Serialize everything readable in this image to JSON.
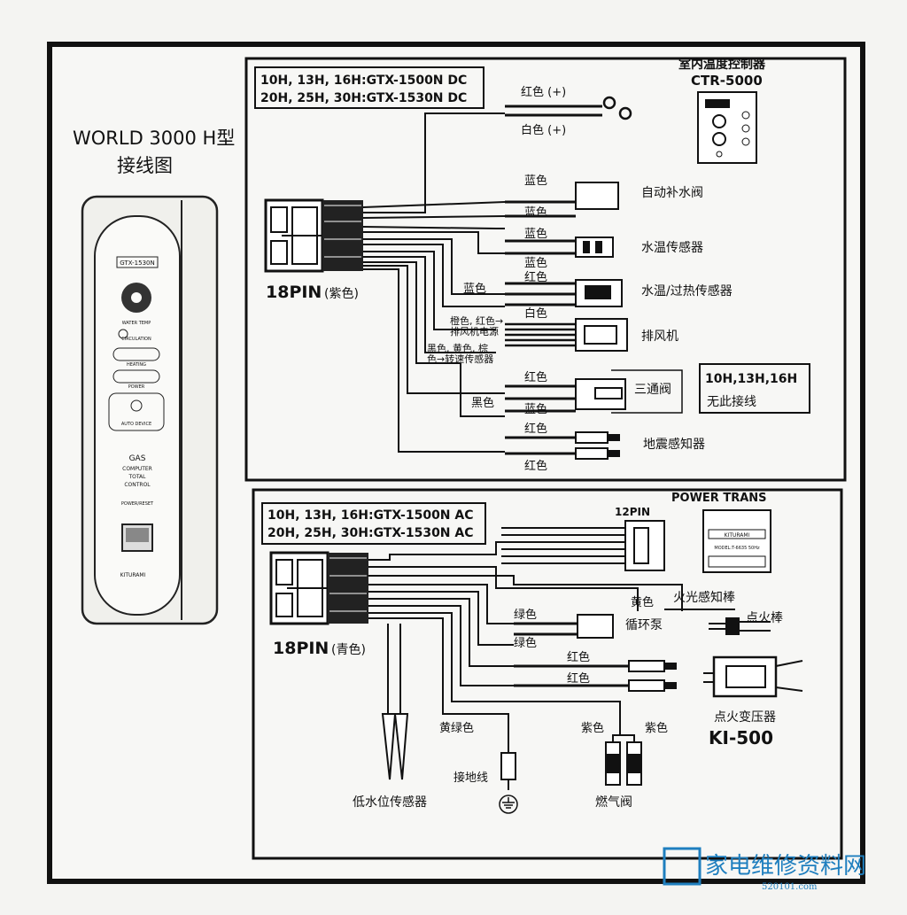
{
  "title": {
    "line1": "WORLD 3000 H型",
    "line2": "接线图"
  },
  "controller_panel": {
    "model": "GTX-1530N",
    "temp_label": "WATER TEMP",
    "circulation": "CIRCULATION",
    "heating": "HEATING",
    "power": "POWER",
    "auto_label": "AUTO DEVICE",
    "gas": "GAS",
    "computer": "COMPUTER",
    "total": "TOTAL",
    "control": "CONTROL",
    "reset_label": "POWER/RESET",
    "brand": "KITURAMI"
  },
  "top_box": {
    "model_line1": "10H, 13H, 16H:GTX-1500N DC",
    "model_line2": "20H, 25H, 30H:GTX-1530N DC",
    "connector_label": "18PIN",
    "connector_color": "(紫色)",
    "thermostat_title": "室内温度控制器",
    "thermostat_model": "CTR-5000",
    "wire_red_plus": "红色 (+)",
    "wire_white_plus": "白色 (+)",
    "blue": "蓝色",
    "red": "红色",
    "white": "白色",
    "black": "黑色",
    "auto_fill_valve": "自动补水阀",
    "water_temp_sensor": "水温传感器",
    "water_temp_overheat_sensor": "水温/过热传感器",
    "fan_power_note": "橙色, 红色→\n排风机电源",
    "fan_speed_note": "黑色, 黄色, 棕\n色→转速传感器",
    "exhaust_fan": "排风机",
    "three_way_valve": "三通阀",
    "no_connect_note_line1": "10H,13H,16H",
    "no_connect_note_line2": "无此接线",
    "seismic_sensor": "地震感知器"
  },
  "bottom_box": {
    "model_line1": "10H, 13H, 16H:GTX-1500N AC",
    "model_line2": "20H, 25H, 30H:GTX-1530N AC",
    "connector_label": "18PIN",
    "connector_color": "(青色)",
    "power_trans": "POWER TRANS",
    "trans_brand": "KITURAMI",
    "trans_model": "MODEL:T-6635 50Hz",
    "pin12": "12PIN",
    "yellow": "黄色",
    "flame_rod": "火光感知棒",
    "ignition_rod": "点火棒",
    "green": "绿色",
    "circ_pump": "循环泵",
    "red": "红色",
    "ign_transformer": "点火变压器",
    "ign_model": "KI-500",
    "yellow_green": "黄绿色",
    "purple": "紫色",
    "ground_wire": "接地线",
    "gas_valve": "燃气阀",
    "low_water_sensor": "低水位传感器"
  },
  "watermark": {
    "site": "家电维修资料网",
    "url": "520101.com"
  }
}
